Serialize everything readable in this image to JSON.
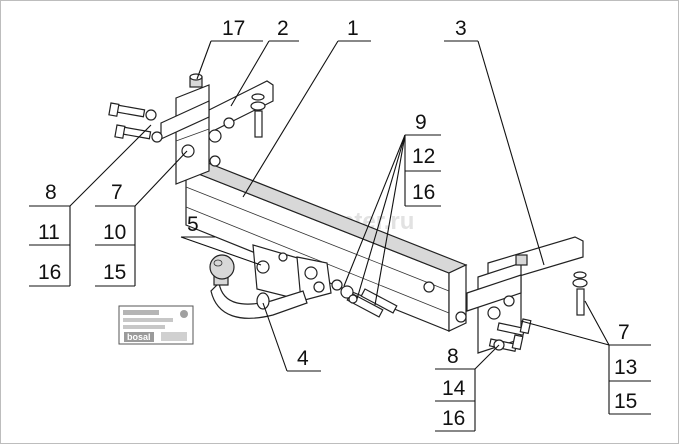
{
  "watermark": "tatkop-center.ru",
  "plate": {
    "brand": "bosal"
  },
  "callouts": {
    "c1": "1",
    "c2": "2",
    "c3": "3",
    "c4": "4",
    "c5": "5",
    "c17": "17",
    "left_a": "8",
    "left_b": "11",
    "left_c": "16",
    "left2_a": "7",
    "left2_b": "10",
    "left2_c": "15",
    "mid_a": "9",
    "mid_b": "12",
    "mid_c": "16",
    "right_a": "8",
    "right_b": "14",
    "right_c": "16",
    "right2_a": "7",
    "right2_b": "13",
    "right2_c": "15"
  },
  "colors": {
    "line": "#111111",
    "watermark": "#e2e2e2",
    "plate": "#9a9a9a"
  }
}
